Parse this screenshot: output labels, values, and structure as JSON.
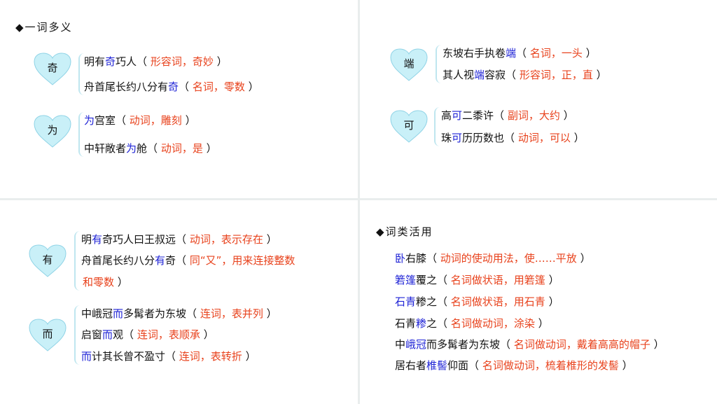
{
  "sections": {
    "polysemy_title": "◆一词多义",
    "conversion_title": "◆词类活用"
  },
  "groups": [
    {
      "word": "奇",
      "lines": [
        [
          {
            "t": "明有",
            "c": "k"
          },
          {
            "t": "奇",
            "c": "b"
          },
          {
            "t": "巧人（ ",
            "c": "k"
          },
          {
            "t": "形容词，奇妙",
            "c": "r"
          },
          {
            "t": " ）",
            "c": "k"
          }
        ],
        [
          {
            "t": "舟首尾长约八分有",
            "c": "k"
          },
          {
            "t": "奇",
            "c": "b"
          },
          {
            "t": "（ ",
            "c": "k"
          },
          {
            "t": "名词，零数",
            "c": "r"
          },
          {
            "t": " ）",
            "c": "k"
          }
        ]
      ]
    },
    {
      "word": "为",
      "lines": [
        [
          {
            "t": "为",
            "c": "b"
          },
          {
            "t": "宫室（ ",
            "c": "k"
          },
          {
            "t": "动词，雕刻",
            "c": "r"
          },
          {
            "t": " ）",
            "c": "k"
          }
        ],
        [
          {
            "t": "中轩敞者",
            "c": "k"
          },
          {
            "t": "为",
            "c": "b"
          },
          {
            "t": "舱（ ",
            "c": "k"
          },
          {
            "t": "动词，是",
            "c": "r"
          },
          {
            "t": " ）",
            "c": "k"
          }
        ]
      ]
    },
    {
      "word": "端",
      "lines": [
        [
          {
            "t": "东坡右手执卷",
            "c": "k"
          },
          {
            "t": "端",
            "c": "b"
          },
          {
            "t": "（ ",
            "c": "k"
          },
          {
            "t": "名词，一头",
            "c": "r"
          },
          {
            "t": "   ）",
            "c": "k"
          }
        ],
        [
          {
            "t": "其人视",
            "c": "k"
          },
          {
            "t": "端",
            "c": "b"
          },
          {
            "t": "容寂（ ",
            "c": "k"
          },
          {
            "t": "形容词，正，直",
            "c": "r"
          },
          {
            "t": "  ）",
            "c": "k"
          }
        ]
      ]
    },
    {
      "word": "可",
      "lines": [
        [
          {
            "t": "高",
            "c": "k"
          },
          {
            "t": "可",
            "c": "b"
          },
          {
            "t": "二黍许（ ",
            "c": "k"
          },
          {
            "t": "副词，大约",
            "c": "r"
          },
          {
            "t": " ）",
            "c": "k"
          }
        ],
        [
          {
            "t": "珠",
            "c": "k"
          },
          {
            "t": "可",
            "c": "b"
          },
          {
            "t": "历历数也（ ",
            "c": "k"
          },
          {
            "t": "动词，可以",
            "c": "r"
          },
          {
            "t": "  ）",
            "c": "k"
          }
        ]
      ]
    },
    {
      "word": "有",
      "lines": [
        [
          {
            "t": "明",
            "c": "k"
          },
          {
            "t": "有",
            "c": "b"
          },
          {
            "t": "奇巧人曰王叔远（ ",
            "c": "k"
          },
          {
            "t": "动词，表示存在",
            "c": "r"
          },
          {
            "t": " ）",
            "c": "k"
          }
        ],
        [
          {
            "t": "舟首尾长约八分",
            "c": "k"
          },
          {
            "t": "有",
            "c": "b"
          },
          {
            "t": "奇（ ",
            "c": "k"
          },
          {
            "t": "同“又”，用来连接整数",
            "c": "r"
          }
        ],
        [
          {
            "t": "和零数",
            "c": "r"
          },
          {
            "t": "  ）",
            "c": "k"
          }
        ]
      ]
    },
    {
      "word": "而",
      "lines": [
        [
          {
            "t": "中峨冠",
            "c": "k"
          },
          {
            "t": "而",
            "c": "b"
          },
          {
            "t": "多髯者为东坡（ ",
            "c": "k"
          },
          {
            "t": "连词，表并列",
            "c": "r"
          },
          {
            "t": " ）",
            "c": "k"
          }
        ],
        [
          {
            "t": "启窗",
            "c": "k"
          },
          {
            "t": "而",
            "c": "b"
          },
          {
            "t": "观（ ",
            "c": "k"
          },
          {
            "t": "连词，表顺承",
            "c": "r"
          },
          {
            "t": " ）",
            "c": "k"
          }
        ],
        [
          {
            "t": "而",
            "c": "b"
          },
          {
            "t": "计其长曾不盈寸（ ",
            "c": "k"
          },
          {
            "t": "连词，表转折",
            "c": "r"
          },
          {
            "t": " ）",
            "c": "k"
          }
        ]
      ]
    }
  ],
  "conversions": [
    [
      {
        "t": "卧",
        "c": "b"
      },
      {
        "t": "右膝（ ",
        "c": "k"
      },
      {
        "t": "动词的使动用法，使……平放",
        "c": "r"
      },
      {
        "t": " ）",
        "c": "k"
      }
    ],
    [
      {
        "t": "箬篷",
        "c": "b"
      },
      {
        "t": "覆之（ ",
        "c": "k"
      },
      {
        "t": "名词做状语，用箬篷",
        "c": "r"
      },
      {
        "t": " ）",
        "c": "k"
      }
    ],
    [
      {
        "t": "石青",
        "c": "b"
      },
      {
        "t": "糁之（ ",
        "c": "k"
      },
      {
        "t": "名词做状语，用石青",
        "c": "r"
      },
      {
        "t": " ）",
        "c": "k"
      }
    ],
    [
      {
        "t": "石青",
        "c": "k"
      },
      {
        "t": "糁",
        "c": "b"
      },
      {
        "t": "之（ ",
        "c": "k"
      },
      {
        "t": "名词做动词，涂染",
        "c": "r"
      },
      {
        "t": " ）",
        "c": "k"
      }
    ],
    [
      {
        "t": "中",
        "c": "k"
      },
      {
        "t": "峨冠",
        "c": "b"
      },
      {
        "t": "而多髯者为东坡（ ",
        "c": "k"
      },
      {
        "t": "名词做动词，戴着高高的帽子",
        "c": "r"
      },
      {
        "t": " ）",
        "c": "k"
      }
    ],
    [
      {
        "t": "居右者",
        "c": "k"
      },
      {
        "t": "椎髻",
        "c": "b"
      },
      {
        "t": "仰面（ ",
        "c": "k"
      },
      {
        "t": "名词做动词，梳着椎形的发髻",
        "c": "r"
      },
      {
        "t": "  ）",
        "c": "k"
      }
    ]
  ],
  "colors": {
    "keyword": "#1f23d6",
    "explanation": "#e8421c",
    "heart_fill": "#c9f0f8",
    "heart_stroke": "#8fd3e6"
  }
}
